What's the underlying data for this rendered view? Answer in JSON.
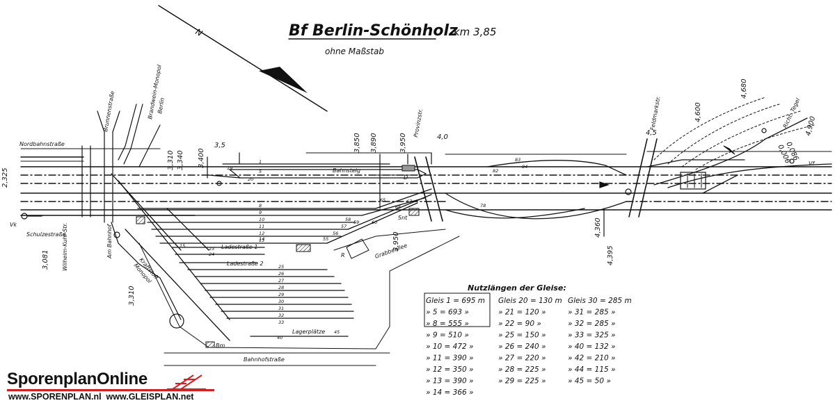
{
  "title": "Bf Berlin-Schönholz",
  "km_marker": "km 3,85",
  "scale_note": "ohne Maßstab",
  "north_label": "N",
  "streets": {
    "nordbahnstrasse": "Nordbahnstraße",
    "schulzestrasse": "Schulzestraße",
    "wilhelm_kuhr": "Wilhelm-Kuhr-Str.",
    "am_bahnhof": "Am Bahnhof",
    "brunnenstrasse": "Brunnenstraße",
    "bahnhofstrasse": "Bahnhofstraße",
    "grabbeallee": "Grabbeallee",
    "provinzstrasse": "Provinzstr.",
    "feldmarkstr": "Feldmarkstr.",
    "brandwein": "Brandwein-Monopol",
    "berlin": "Berlin",
    "kraftstoff": "Kraftstoff",
    "monopol": "Monopol",
    "richtung_tegel": "Richt. Tegel"
  },
  "places": {
    "bahnsteig": "Bahnsteig",
    "ladestrasse_1": "Ladestraße 1",
    "ladestrasse_2": "Ladestraße 2",
    "lagerplaetze": "Lagerplätze",
    "snt": "Snt",
    "vk": "Vk",
    "vf": "Vf",
    "bm": "Bm",
    "r": "R",
    "d": "D"
  },
  "km_posts": [
    "2,325",
    "3,081",
    "3,310",
    "3,340",
    "3,400",
    "3,5",
    "3,310",
    "3,850",
    "3,890",
    "3,950",
    "4,0",
    "3,950",
    "4,360",
    "4,395",
    "4,5",
    "4,600",
    "4,680",
    "4,900",
    "0,006",
    "0,086"
  ],
  "track_numbers": [
    "1",
    "5",
    "8",
    "9",
    "10",
    "11",
    "12",
    "13",
    "14",
    "15",
    "19",
    "20",
    "23",
    "24",
    "25",
    "26",
    "27",
    "28",
    "29",
    "30",
    "31",
    "32",
    "33",
    "40",
    "45",
    "55",
    "56",
    "57",
    "58",
    "59",
    "60",
    "65",
    "66",
    "67",
    "78",
    "82",
    "83",
    "84"
  ],
  "usable_lengths": {
    "heading": "Nutzlängen der Gleise:",
    "columns": [
      [
        "Gleis 1 = 695 m",
        "» 5 = 693 »",
        "» 8 = 555 »",
        "» 9 = 510 »",
        "» 10 = 472 »",
        "» 11 = 390 »",
        "» 12 = 350 »",
        "» 13 = 390 »",
        "» 14 = 366 »"
      ],
      [
        "Gleis 20 = 130 m",
        "» 21 = 120 »",
        "» 22 = 90 »",
        "» 25 = 150 »",
        "» 26 = 240 »",
        "» 27 = 220 »",
        "» 28 = 225 »",
        "» 29 = 225 »"
      ],
      [
        "Gleis 30 = 285 m",
        "» 31 = 285 »",
        "» 32 = 285 »",
        "» 33 = 325 »",
        "» 40 = 132 »",
        "» 42 = 210 »",
        "» 44 = 115 »",
        "» 45 = 50 »"
      ]
    ]
  },
  "branding": {
    "name": "SporenplanOnline",
    "urls": "www.SPORENPLAN.nl  www.GLEISPLAN.net",
    "accent": "#d42020"
  }
}
